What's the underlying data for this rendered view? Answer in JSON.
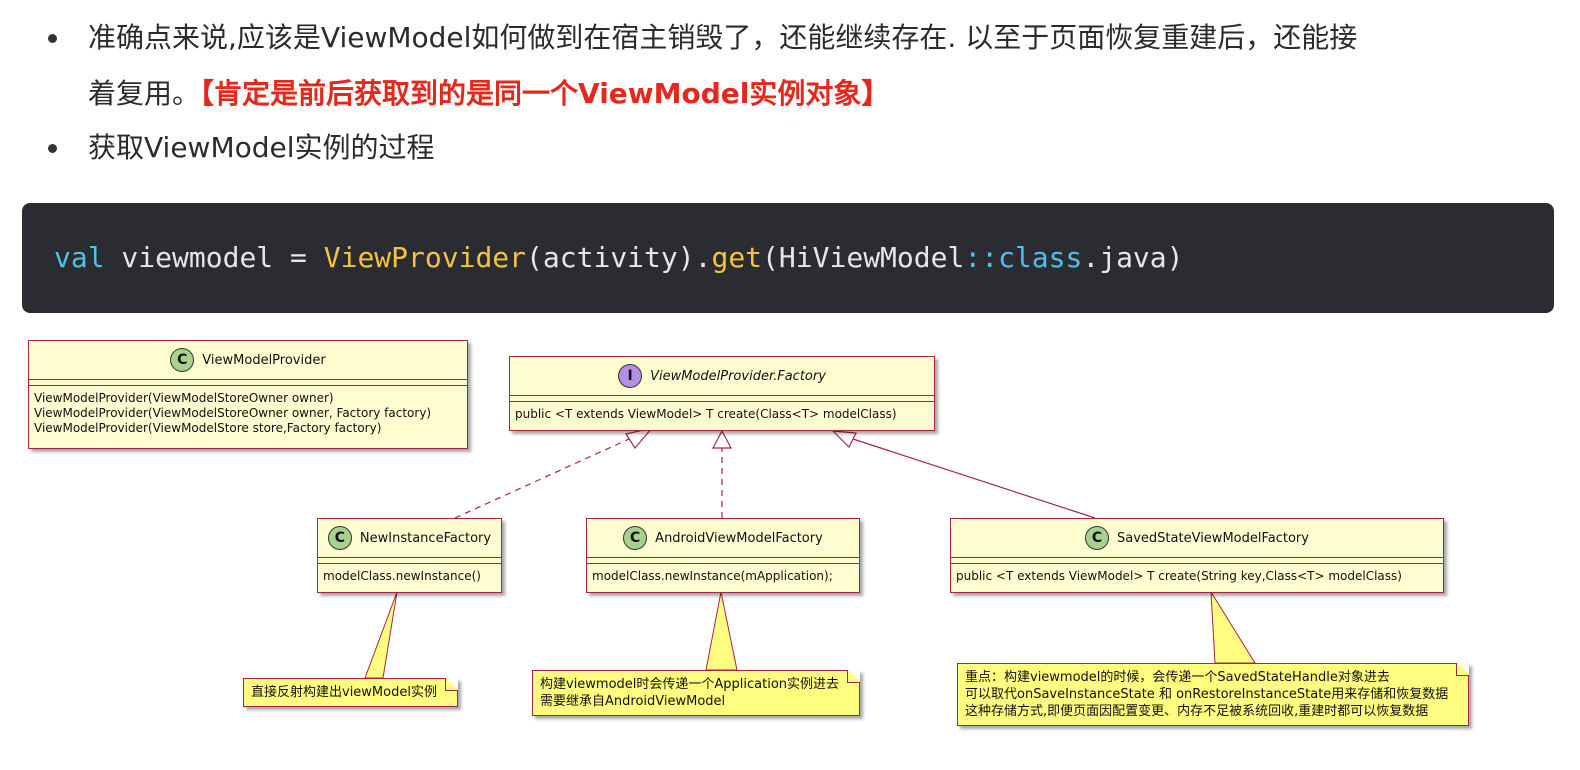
{
  "bullets": [
    {
      "line1": "准确点来说,应该是ViewModel如何做到在宿主销毁了，还能继续存在. 以至于页面恢复重建后，还能接",
      "line2": "着复用。",
      "highlight": "【肯定是前后获取到的是同一个ViewModel实例对象】"
    },
    {
      "text": "获取ViewModel实例的过程"
    }
  ],
  "code": {
    "kw_val": "val",
    "var_part": " viewmodel = ",
    "fn_provider": "ViewProvider",
    "mid_part": "(activity).",
    "fn_get": "get",
    "arg_open": "(HiViewModel",
    "kw_colons": "::",
    "kw_class": "class",
    "arg_close": ".java)"
  },
  "diagram": {
    "provider": {
      "name": "ViewModelProvider",
      "methods": [
        "ViewModelProvider(ViewModelStoreOwner owner)",
        "ViewModelProvider(ViewModelStoreOwner owner, Factory factory)",
        "ViewModelProvider(ViewModelStore store,Factory factory)"
      ]
    },
    "factory": {
      "name": "ViewModelProvider.Factory",
      "methods": [
        "public <T extends ViewModel> T create(Class<T> modelClass)"
      ]
    },
    "new_instance": {
      "name": "NewInstanceFactory",
      "methods": [
        "modelClass.newInstance()"
      ]
    },
    "android": {
      "name": "AndroidViewModelFactory",
      "methods": [
        "modelClass.newInstance(mApplication);"
      ]
    },
    "saved_state": {
      "name": "SavedStateViewModelFactory",
      "methods": [
        "public <T extends ViewModel> T create(String key,Class<T> modelClass)"
      ]
    },
    "icons": {
      "class_letter": "C",
      "interface_letter": "I"
    },
    "notes": {
      "new_instance": [
        "直接反射构建出viewModel实例"
      ],
      "android": [
        "构建viewmodel时会传递一个Application实例进去",
        "需要继承自AndroidViewModel"
      ],
      "saved_state": [
        "重点：构建viewmodel的时候，会传递一个SavedStateHandle对象进去",
        "可以取代onSaveInstanceState 和 onRestoreInstanceState用来存储和恢复数据",
        "这种存储方式,即便页面因配置变更、内存不足被系统回收,重建时都可以恢复数据"
      ]
    }
  },
  "colors": {
    "highlight": "#e5281b",
    "code_bg": "#2a2c31",
    "class_fill": "#fefdd0",
    "note_fill": "#fefd80",
    "border": "#a3264a"
  }
}
